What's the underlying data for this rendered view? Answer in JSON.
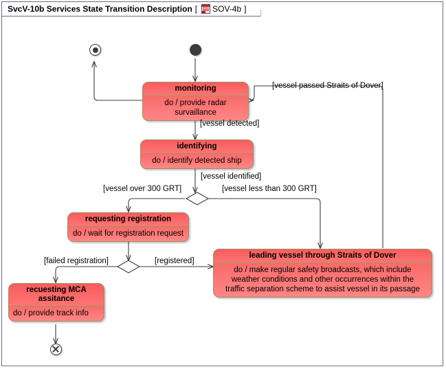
{
  "diagram": {
    "title": "SvcV-10b Services State Transition Description",
    "bracket_open": "[",
    "bracket_close": "]",
    "reference": "SOV-4b",
    "icon": "document-icon",
    "type": "uml-state-machine",
    "colors": {
      "state_fill": "#FA6B6B",
      "state_header_fill": "#F85C5C",
      "state_border": "#9A8F63",
      "frame_border": "#6A6A8A",
      "connector": "#3B3B3B",
      "text": "#000000",
      "background": "#FFFFFF"
    }
  },
  "states": [
    {
      "id": "monitoring",
      "name": "monitoring",
      "activity": "do / provide radar survaillance",
      "align": "center"
    },
    {
      "id": "identifying",
      "name": "identifying",
      "activity": "do / identify detected ship",
      "align": "center"
    },
    {
      "id": "requesting-registration",
      "name": "requesting registration",
      "activity": "do / wait for registration request",
      "align": "center"
    },
    {
      "id": "leading-vessel",
      "name": "leading vessel through Straits of Dover",
      "activity": "do / make regular safety broadcasts, which include weather conditions and other occurrences within the traffic separation scheme to assist vessel in its passage",
      "align": "center"
    },
    {
      "id": "requesting-mca",
      "name": "recuesting MCA assitance",
      "activity": "do / provide track info",
      "align": "left"
    }
  ],
  "pseudostates": [
    {
      "id": "initial",
      "kind": "initial-node",
      "label": ""
    },
    {
      "id": "final",
      "kind": "final-node",
      "label": ""
    },
    {
      "id": "terminate",
      "kind": "terminate-node",
      "label": ""
    },
    {
      "id": "choice-1",
      "kind": "choice-diamond",
      "label": ""
    },
    {
      "id": "choice-2",
      "kind": "choice-diamond",
      "label": ""
    }
  ],
  "transitions": [
    {
      "id": "t1",
      "from": "initial",
      "to": "monitoring",
      "guard": ""
    },
    {
      "id": "t2",
      "from": "monitoring",
      "to": "identifying",
      "guard": "[vessel detected]"
    },
    {
      "id": "t3",
      "from": "identifying",
      "to": "choice-1",
      "guard": "[vessel identified]"
    },
    {
      "id": "t4",
      "from": "choice-1",
      "to": "requesting-registration",
      "guard": "[vessel over 300 GRT]"
    },
    {
      "id": "t5",
      "from": "choice-1",
      "to": "leading-vessel",
      "guard": "[vessel less than 300 GRT]"
    },
    {
      "id": "t6",
      "from": "requesting-registration",
      "to": "choice-2",
      "guard": ""
    },
    {
      "id": "t7",
      "from": "choice-2",
      "to": "requesting-mca",
      "guard": "[failed registration]"
    },
    {
      "id": "t8",
      "from": "choice-2",
      "to": "leading-vessel",
      "guard": "[registered]"
    },
    {
      "id": "t9",
      "from": "leading-vessel",
      "to": "monitoring",
      "guard": "[vessel passed Straits of Dover]"
    },
    {
      "id": "t10",
      "from": "monitoring",
      "to": "final",
      "guard": ""
    },
    {
      "id": "t11",
      "from": "requesting-mca",
      "to": "terminate",
      "guard": ""
    }
  ],
  "labels": {
    "vessel_detected": "[vessel detected]",
    "vessel_identified": "[vessel identified]",
    "vessel_over_300": "[vessel over 300 GRT]",
    "vessel_less_300": "[vessel less than 300 GRT]",
    "failed_registration": "[failed registration]",
    "registered": "[registered]",
    "vessel_passed": "[vessel passed Straits of Dover]"
  }
}
